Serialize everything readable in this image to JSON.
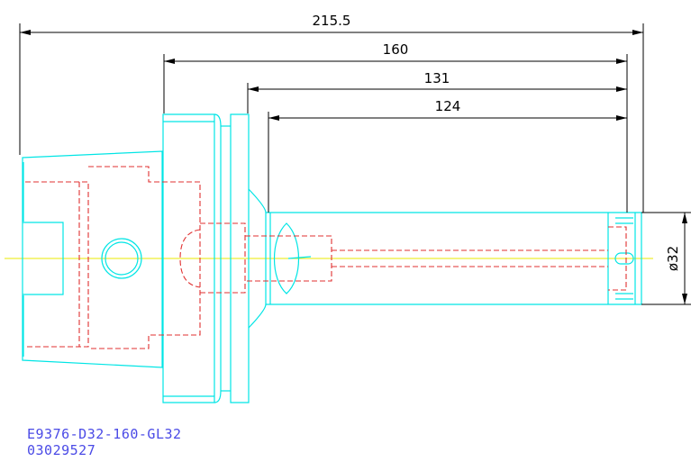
{
  "dimensions": {
    "overall_length": "215.5",
    "length_160": "160",
    "length_131": "131",
    "length_124": "124",
    "diameter": "ø32"
  },
  "caption": {
    "part_number": "E9376-D32-160-GL32",
    "code": "03029527"
  },
  "colors": {
    "outline": "#00e5e5",
    "hidden": "#e03030",
    "centerline": "#e8e800",
    "dimension": "#000000",
    "caption": "#4a4ae6"
  }
}
